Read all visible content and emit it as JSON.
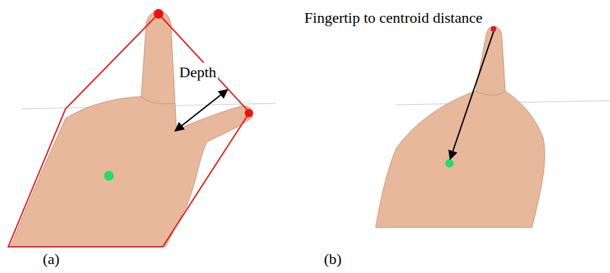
{
  "diagram": {
    "labels": [
      "Depth",
      "Fingertip to centroid distance",
      "(a)",
      "(b)"
    ]
  }
}
